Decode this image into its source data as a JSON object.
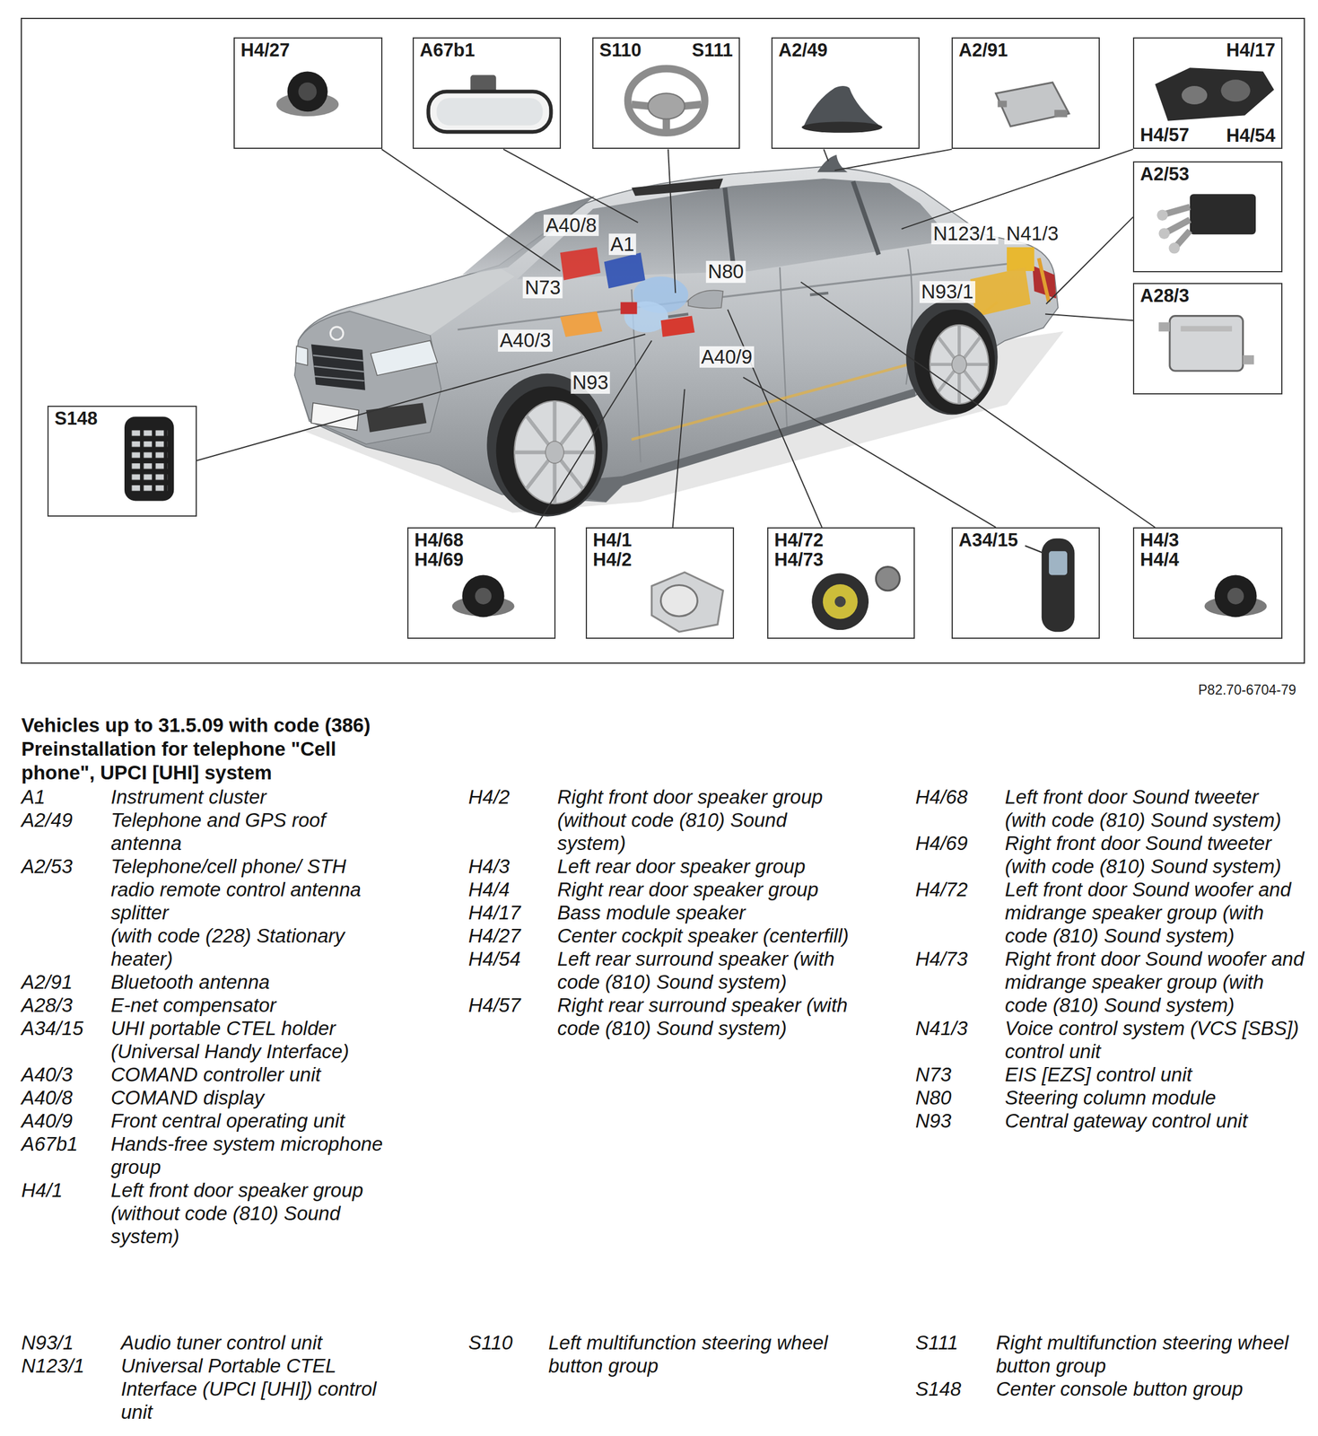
{
  "diagram": {
    "title": "Vehicles up to 31.5.09 with code (386) Preinstallation for telephone \"Cell phone\", UPCI [UHI] system",
    "nodes": [
      {
        "text": [
          "H4/27"
        ]
      },
      {
        "text": [
          "A67b1"
        ]
      },
      {
        "text": [
          "S110",
          "S111"
        ]
      },
      {
        "text": [
          "A2/49"
        ]
      },
      {
        "text": [
          "A2/91"
        ]
      },
      {
        "text": [
          "H4/17",
          "H4/57",
          "H4/54"
        ]
      },
      {
        "text": [
          "A2/53"
        ]
      },
      {
        "text": [
          "A28/3"
        ]
      },
      {
        "text": [
          "S148"
        ]
      },
      {
        "text": [
          "H4/68",
          "H4/69"
        ]
      },
      {
        "text": [
          "H4/1",
          "H4/2"
        ]
      },
      {
        "text": [
          "H4/72",
          "H4/73"
        ]
      },
      {
        "text": [
          "A34/15"
        ]
      },
      {
        "text": [
          "H4/3",
          "H4/4"
        ]
      }
    ],
    "labels": [
      "A40/8",
      "A1",
      "N80",
      "N73",
      "A40/3",
      "A40/9",
      "N93",
      "N123/1",
      "N41/3",
      "N93/1",
      "P82.70-6704-79",
      "A1",
      "Instrument cluster",
      "A2/49",
      "Telephone and GPS roof antenna",
      "A2/53",
      "Telephone/cell phone/ STH radio remote control antenna splitter",
      "(with code (228) Stationary heater)",
      "A2/91",
      "Bluetooth antenna",
      "A28/3",
      "E-net compensator",
      "A34/15",
      "UHI portable CTEL holder (Universal Handy Interface)",
      "A40/3",
      "COMAND controller unit",
      "A40/8",
      "COMAND display",
      "A40/9",
      "Front central operating unit",
      "A67b1",
      "Hands-free system microphone group",
      "H4/1",
      "Left front door speaker group (without code (810) Sound system)",
      "H4/2",
      "Right front door speaker group (without code (810) Sound system)",
      "H4/3",
      "Left rear door speaker group",
      "H4/4",
      "Right rear door speaker group",
      "H4/17",
      "Bass module speaker",
      "H4/27",
      "Center cockpit speaker (centerfill)",
      "H4/54",
      "Left rear surround speaker (with code (810) Sound system)",
      "H4/57",
      "Right rear surround speaker (with code (810) Sound system)",
      "H4/68",
      "Left front door Sound tweeter (with code (810) Sound system)",
      "H4/69",
      "Right front door Sound tweeter (with code (810) Sound system)",
      "H4/72",
      "Left front door Sound woofer and midrange speaker group (with code (810) Sound system)",
      "H4/73",
      "Right front door Sound woofer and midrange speaker group (with code (810) Sound system)",
      "N41/3",
      "Voice control system (VCS [SBS]) control unit",
      "N73",
      "EIS [EZS] control unit",
      "N80",
      "Steering column module",
      "N93",
      "Central gateway control unit",
      "N93/1",
      "Audio tuner control unit",
      "N123/1",
      "Universal Portable CTEL Interface (UPCI [UHI]) control unit",
      "S110",
      "Left multifunction steering wheel button group",
      "S111",
      "Right multifunction steering wheel button group",
      "S148",
      "Center console button group"
    ]
  }
}
